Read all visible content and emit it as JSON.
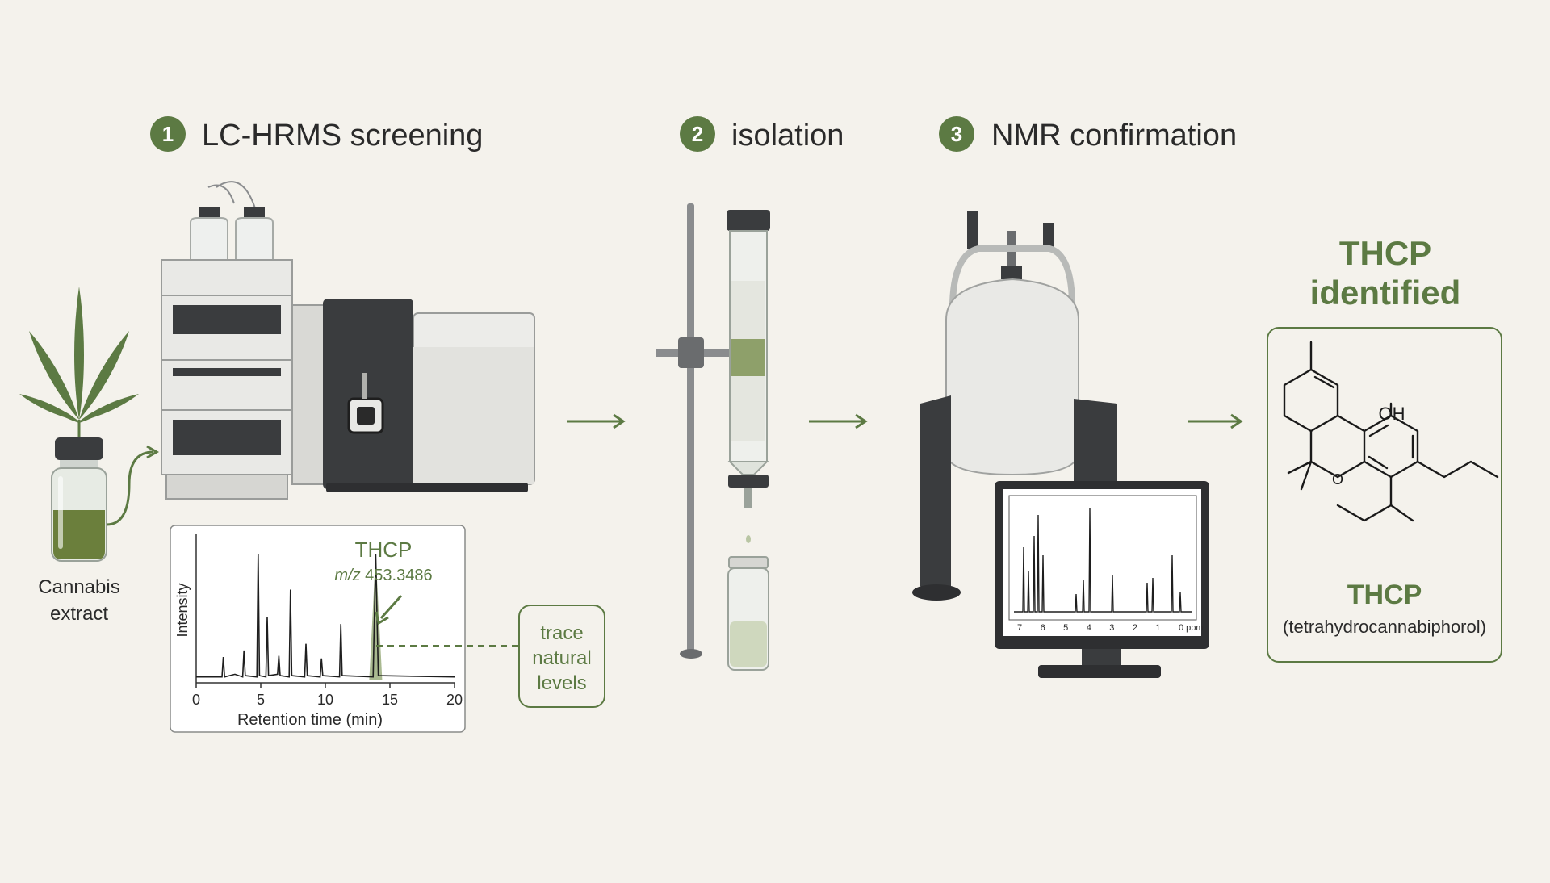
{
  "colors": {
    "accent": "#5c7a43",
    "background": "#f4f2ec",
    "ink": "#2a2a2a",
    "instrument_dark": "#3a3c3e",
    "instrument_light": "#e9e9e6"
  },
  "steps": [
    {
      "number": "1",
      "label": "LC-HRMS screening"
    },
    {
      "number": "2",
      "label": "isolation"
    },
    {
      "number": "3",
      "label": "NMR confirmation"
    }
  ],
  "sample": {
    "line1": "Cannabis",
    "line2": "extract"
  },
  "chromatogram": {
    "peak_name": "THCP",
    "mz_prefix": "m/z",
    "mz_value": "453.3486",
    "ylabel": "Intensity",
    "xlabel": "Retention time (min)",
    "xticks": [
      "0",
      "5",
      "10",
      "15",
      "20"
    ]
  },
  "trace_note": {
    "line1": "trace",
    "line2": "natural",
    "line3": "levels"
  },
  "nmr_axis": {
    "ticks": [
      "7",
      "6",
      "5",
      "4",
      "3",
      "2",
      "1",
      "0 ppm"
    ]
  },
  "result": {
    "headline1": "THCP",
    "headline2": "identified",
    "oh_label": "OH",
    "o_label": "O",
    "name": "THCP",
    "full_name": "(tetrahydrocannabiphorol)"
  },
  "chart_data": {
    "type": "line",
    "xlabel": "Retention time (min)",
    "ylabel": "Intensity",
    "xlim": [
      0,
      20
    ],
    "xticks": [
      0,
      5,
      10,
      15,
      20
    ],
    "series": [
      {
        "x": [
          0,
          2,
          2.1,
          2.2,
          3,
          3.6,
          3.7,
          3.8,
          4.7,
          4.8,
          4.9,
          5.4,
          5.5,
          5.6,
          6.3,
          6.4,
          6.5,
          7.2,
          7.3,
          7.4,
          8.4,
          8.5,
          8.6,
          9.6,
          9.7,
          9.8,
          11.1,
          11.2,
          11.3,
          13.7,
          13.9,
          14.1,
          20
        ],
        "y": [
          0.02,
          0.02,
          0.17,
          0.02,
          0.04,
          0.02,
          0.22,
          0.03,
          0.02,
          0.95,
          0.03,
          0.02,
          0.47,
          0.03,
          0.04,
          0.18,
          0.03,
          0.02,
          0.68,
          0.03,
          0.02,
          0.27,
          0.03,
          0.02,
          0.16,
          0.03,
          0.02,
          0.42,
          0.03,
          0.02,
          0.95,
          0.03,
          0.02
        ]
      }
    ],
    "annotations": [
      {
        "x": 13.9,
        "text": "THCP m/z 453.3486",
        "highlight": true
      }
    ]
  }
}
